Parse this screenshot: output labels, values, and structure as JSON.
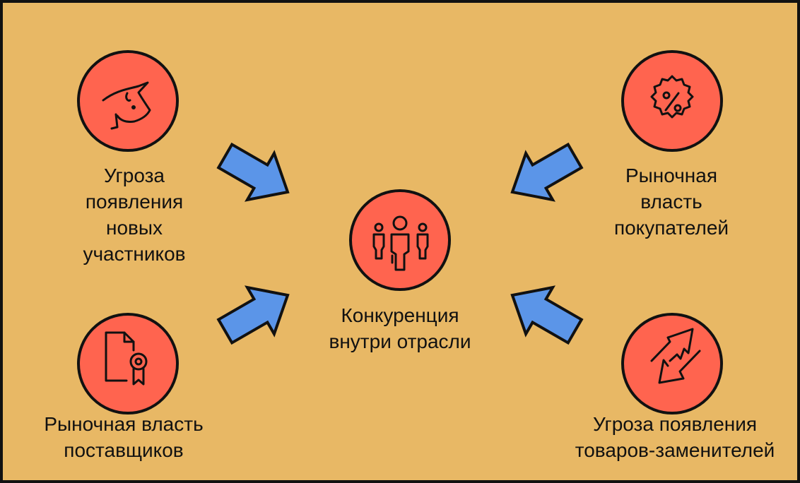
{
  "colors": {
    "background": "#E8B865",
    "circle": "#FF644F",
    "arrow": "#5B95E8",
    "stroke": "#111111"
  },
  "center": {
    "icon": "people-group-icon",
    "lines": [
      "Конкуренция",
      "внутри отрасли"
    ]
  },
  "forces": [
    {
      "id": "new-entrants",
      "icon": "bull-head-icon",
      "lines": [
        "Угроза",
        "появления",
        "новых",
        "участников"
      ]
    },
    {
      "id": "supplier-power",
      "icon": "certificate-document-icon",
      "lines": [
        "Рыночная власть",
        "поставщиков"
      ]
    },
    {
      "id": "buyer-power",
      "icon": "percent-badge-icon",
      "lines": [
        "Рыночная",
        "власть",
        "покупателей"
      ]
    },
    {
      "id": "substitutes",
      "icon": "exchange-arrows-icon",
      "lines": [
        "Угроза появления",
        "товаров-заменителей"
      ]
    }
  ]
}
